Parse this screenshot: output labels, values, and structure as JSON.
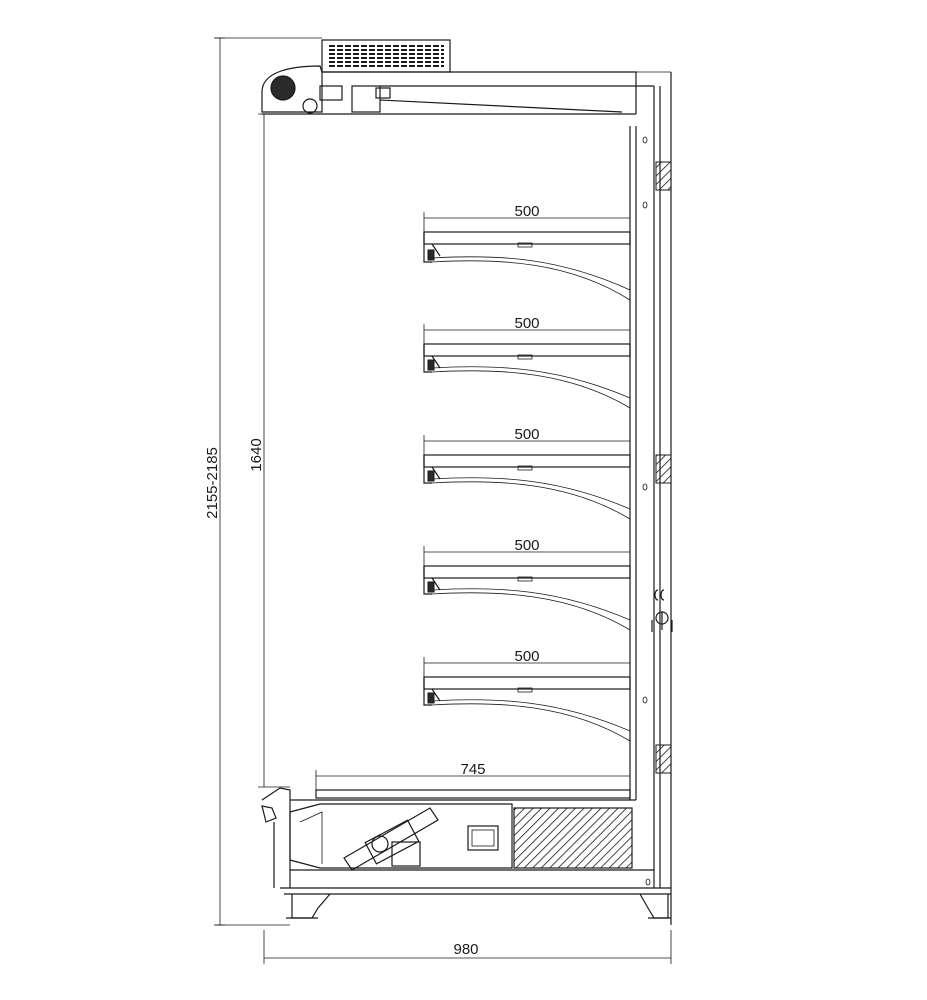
{
  "dimensions": {
    "overall_height": "2155-2185",
    "interior_height": "1640",
    "overall_depth": "980",
    "base_shelf_depth": "745",
    "shelves": [
      {
        "label": "500"
      },
      {
        "label": "500"
      },
      {
        "label": "500"
      },
      {
        "label": "500"
      },
      {
        "label": "500"
      }
    ]
  },
  "colors": {
    "line": "#1a1a1a",
    "background": "#ffffff"
  }
}
